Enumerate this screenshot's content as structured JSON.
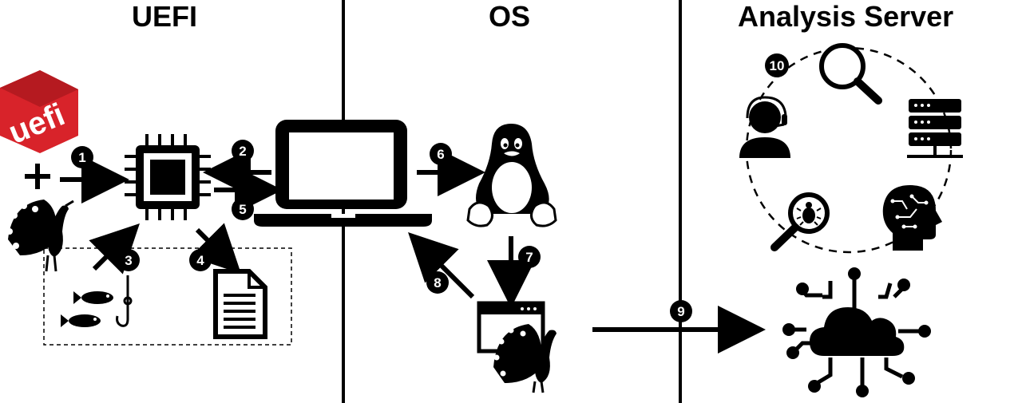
{
  "headings": {
    "uefi": "UEFI",
    "os": "OS",
    "server": "Analysis Server"
  },
  "logo_text": "uefi",
  "steps": [
    "1",
    "2",
    "3",
    "4",
    "5",
    "6",
    "7",
    "8",
    "9",
    "10"
  ],
  "icons": {
    "uefi_logo": "uefi-logo-icon",
    "peacock": "peacock-icon",
    "chip": "processor-chip-icon",
    "laptop": "laptop-icon",
    "linux": "linux-penguin-icon",
    "fish": "fish-icon",
    "hook": "fishing-hook-icon",
    "document": "document-icon",
    "browser_window": "browser-window-icon",
    "analyst": "analyst-headset-icon",
    "search": "magnifier-icon",
    "server": "server-rack-icon",
    "bug_search": "bug-search-icon",
    "ai_head": "ai-head-icon",
    "cloud": "cloud-network-icon"
  },
  "colors": {
    "logo_red": "#d8232a",
    "ink": "#000000"
  }
}
